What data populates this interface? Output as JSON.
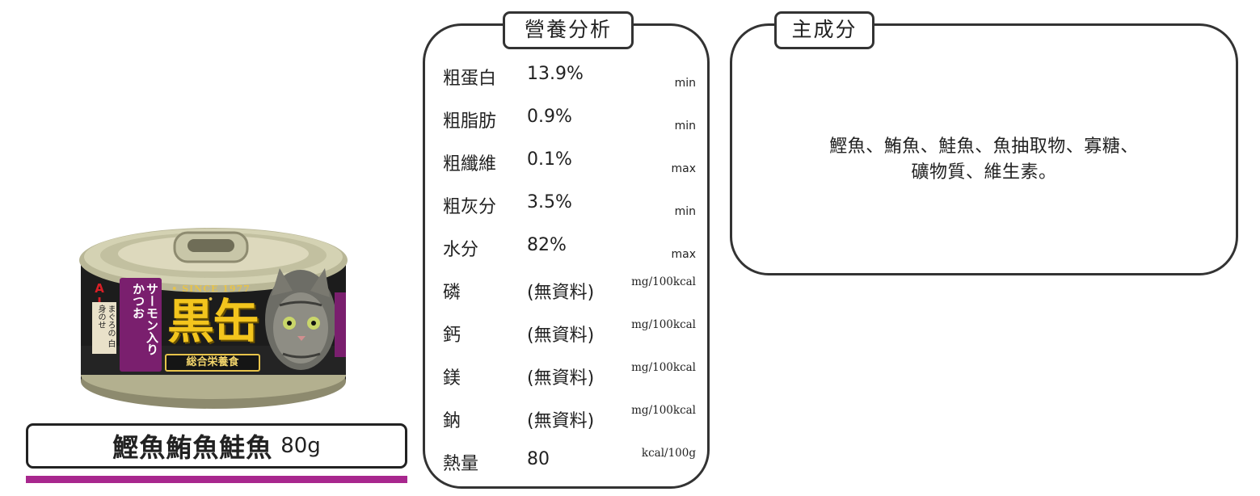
{
  "product": {
    "can_brand": "AIXIA",
    "can_since": "• SINCE 1977 •",
    "can_name": "黒缶",
    "can_subtitle": "総合栄養食",
    "can_flavor": "サーモン入り かつお",
    "can_side_label": "まぐろの 白身のせ",
    "name": "鰹魚鮪魚鮭魚",
    "weight": "80g",
    "accent_color": "#a8278e"
  },
  "nutrition": {
    "title": "營養分析",
    "rows": [
      {
        "label": "粗蛋白",
        "value": "13.9%",
        "unit": "min"
      },
      {
        "label": "粗脂肪",
        "value": "0.9%",
        "unit": "min"
      },
      {
        "label": "粗纖維",
        "value": "0.1%",
        "unit": "max"
      },
      {
        "label": "粗灰分",
        "value": "3.5%",
        "unit": "min"
      },
      {
        "label": "水分",
        "value": "82%",
        "unit": "max"
      },
      {
        "label": "磷",
        "value": "(無資料)",
        "unit": "mg/100kcal"
      },
      {
        "label": "鈣",
        "value": "(無資料)",
        "unit": "mg/100kcal"
      },
      {
        "label": "鎂",
        "value": "(無資料)",
        "unit": "mg/100kcal"
      },
      {
        "label": "鈉",
        "value": "(無資料)",
        "unit": "mg/100kcal"
      },
      {
        "label": "熱量",
        "value": "80",
        "unit": "kcal/100g"
      }
    ]
  },
  "ingredients": {
    "title": "主成分",
    "line1": "鰹魚、鮪魚、鮭魚、魚抽取物、寡糖、",
    "line2": "礦物質、維生素。"
  }
}
